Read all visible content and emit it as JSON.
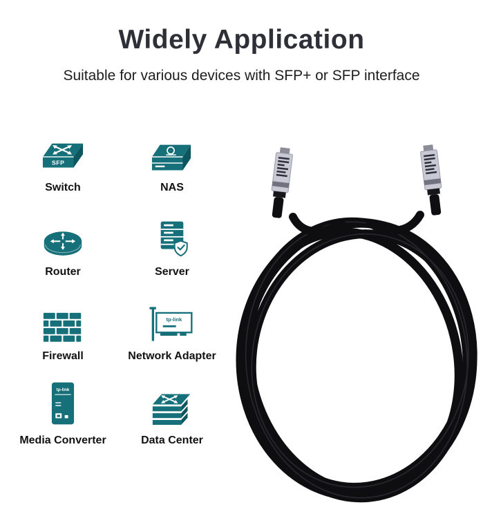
{
  "header": {
    "title": "Widely Application",
    "subtitle": "Suitable for various devices with SFP+ or SFP interface"
  },
  "devices": {
    "items": [
      {
        "label": "Switch",
        "icon": "switch-icon"
      },
      {
        "label": "NAS",
        "icon": "nas-icon"
      },
      {
        "label": "Router",
        "icon": "router-icon"
      },
      {
        "label": "Server",
        "icon": "server-icon"
      },
      {
        "label": "Firewall",
        "icon": "firewall-icon"
      },
      {
        "label": "Network Adapter",
        "icon": "network-adapter-icon"
      },
      {
        "label": "Media Converter",
        "icon": "media-converter-icon"
      },
      {
        "label": "Data Center",
        "icon": "data-center-icon"
      }
    ]
  },
  "icon_text": {
    "switch_port_label": "SFP",
    "brand_label": "tp-link"
  },
  "product_photo": {
    "alt": "Coiled black SFP+ DAC cable with two SFP+ connectors"
  },
  "colors": {
    "icon_teal": "#16707A",
    "icon_teal_dark": "#0E565F",
    "cable_black": "#0E0E11",
    "connector_silver": "#C9C9D5",
    "title_color": "#2F2F38"
  }
}
